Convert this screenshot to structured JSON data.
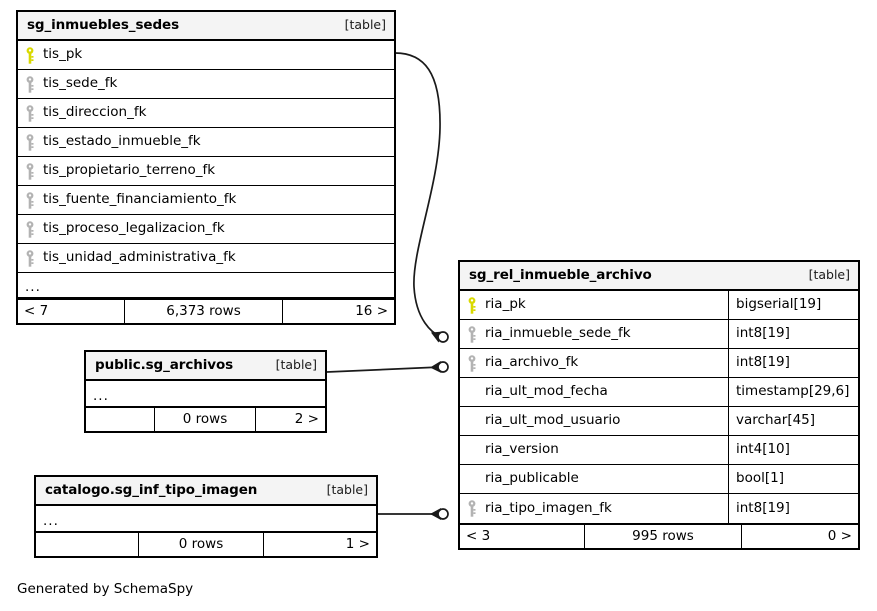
{
  "diagram": {
    "generator_note": "Generated by SchemaSpy",
    "table_tag": "[table]",
    "ellipsis": "...",
    "colors": {
      "background": "#ffffff",
      "header_fill": "#f4f4f4",
      "border": "#000000",
      "primary_key_icon": "#d9d900",
      "foreign_key_icon": "#b3b3b3",
      "connector": "#1a1a1a"
    }
  },
  "tables": [
    {
      "id": "sg_inmuebles_sedes",
      "title": "sg_inmuebles_sedes",
      "tag": "[table]",
      "columns": [
        {
          "name": "tis_pk",
          "key": "pk"
        },
        {
          "name": "tis_sede_fk",
          "key": "fk"
        },
        {
          "name": "tis_direccion_fk",
          "key": "fk"
        },
        {
          "name": "tis_estado_inmueble_fk",
          "key": "fk"
        },
        {
          "name": "tis_propietario_terreno_fk",
          "key": "fk"
        },
        {
          "name": "tis_fuente_financiamiento_fk",
          "key": "fk"
        },
        {
          "name": "tis_proceso_legalizacion_fk",
          "key": "fk"
        },
        {
          "name": "tis_unidad_administrativa_fk",
          "key": "fk"
        }
      ],
      "more_indicator": "...",
      "footer": {
        "left": "< 7",
        "middle": "6,373 rows",
        "right": "16 >"
      }
    },
    {
      "id": "public_sg_archivos",
      "title": "public.sg_archivos",
      "tag": "[table]",
      "columns": [],
      "more_indicator": "...",
      "footer": {
        "left": "",
        "middle": "0 rows",
        "right": "2 >"
      }
    },
    {
      "id": "catalogo_sg_inf_tipo_imagen",
      "title": "catalogo.sg_inf_tipo_imagen",
      "tag": "[table]",
      "columns": [],
      "more_indicator": "...",
      "footer": {
        "left": "",
        "middle": "0 rows",
        "right": "1 >"
      }
    },
    {
      "id": "sg_rel_inmueble_archivo",
      "title": "sg_rel_inmueble_archivo",
      "tag": "[table]",
      "columns": [
        {
          "name": "ria_pk",
          "type": "bigserial[19]",
          "key": "pk"
        },
        {
          "name": "ria_inmueble_sede_fk",
          "type": "int8[19]",
          "key": "fk"
        },
        {
          "name": "ria_archivo_fk",
          "type": "int8[19]",
          "key": "fk"
        },
        {
          "name": "ria_ult_mod_fecha",
          "type": "timestamp[29,6]",
          "key": "none"
        },
        {
          "name": "ria_ult_mod_usuario",
          "type": "varchar[45]",
          "key": "none"
        },
        {
          "name": "ria_version",
          "type": "int4[10]",
          "key": "none"
        },
        {
          "name": "ria_publicable",
          "type": "bool[1]",
          "key": "none"
        },
        {
          "name": "ria_tipo_imagen_fk",
          "type": "int8[19]",
          "key": "fk"
        }
      ],
      "more_indicator": null,
      "footer": {
        "left": "< 3",
        "middle": "995 rows",
        "right": "0 >"
      }
    }
  ],
  "relationships": [
    {
      "id": "rel-inmueble-sede",
      "from": "sg_inmuebles_sedes.tis_pk",
      "to": "sg_rel_inmueble_archivo.ria_inmueble_sede_fk"
    },
    {
      "id": "rel-archivo",
      "from": "public.sg_archivos",
      "to": "sg_rel_inmueble_archivo.ria_archivo_fk"
    },
    {
      "id": "rel-tipo-imagen",
      "from": "catalogo.sg_inf_tipo_imagen",
      "to": "sg_rel_inmueble_archivo.ria_tipo_imagen_fk"
    }
  ]
}
